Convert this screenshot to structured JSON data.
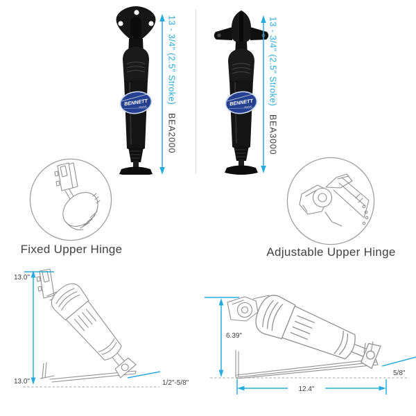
{
  "colors": {
    "accent_blue": "#29abe2",
    "text_dark": "#414042",
    "line_gray": "#8f8f8f",
    "logo_blue": "#24408e"
  },
  "logo": {
    "brand": "BENNETT",
    "tagline": "Marine"
  },
  "products": {
    "left": {
      "model": "BEA2000",
      "length_stroke": "13 - 3/4\" (2.5\" Stroke)",
      "hinge_type": "Fixed Upper Hinge"
    },
    "right": {
      "model": "BEA3000",
      "length_stroke": "13 - 3/4\" (2.5\" Stroke)",
      "hinge_type": "Adjustable Upper Hinge"
    }
  },
  "install_diagrams": {
    "fixed_hinge": {
      "mount_height_top": "13.0\"",
      "mount_height_bottom": "13.0\"",
      "tab_trailing_edge_rise": "1/2\"-5/8\""
    },
    "adjustable_hinge": {
      "mount_height": "6.39\"",
      "tab_trailing_edge_rise": "5/8\"",
      "horizontal_span": "12.4\""
    }
  }
}
